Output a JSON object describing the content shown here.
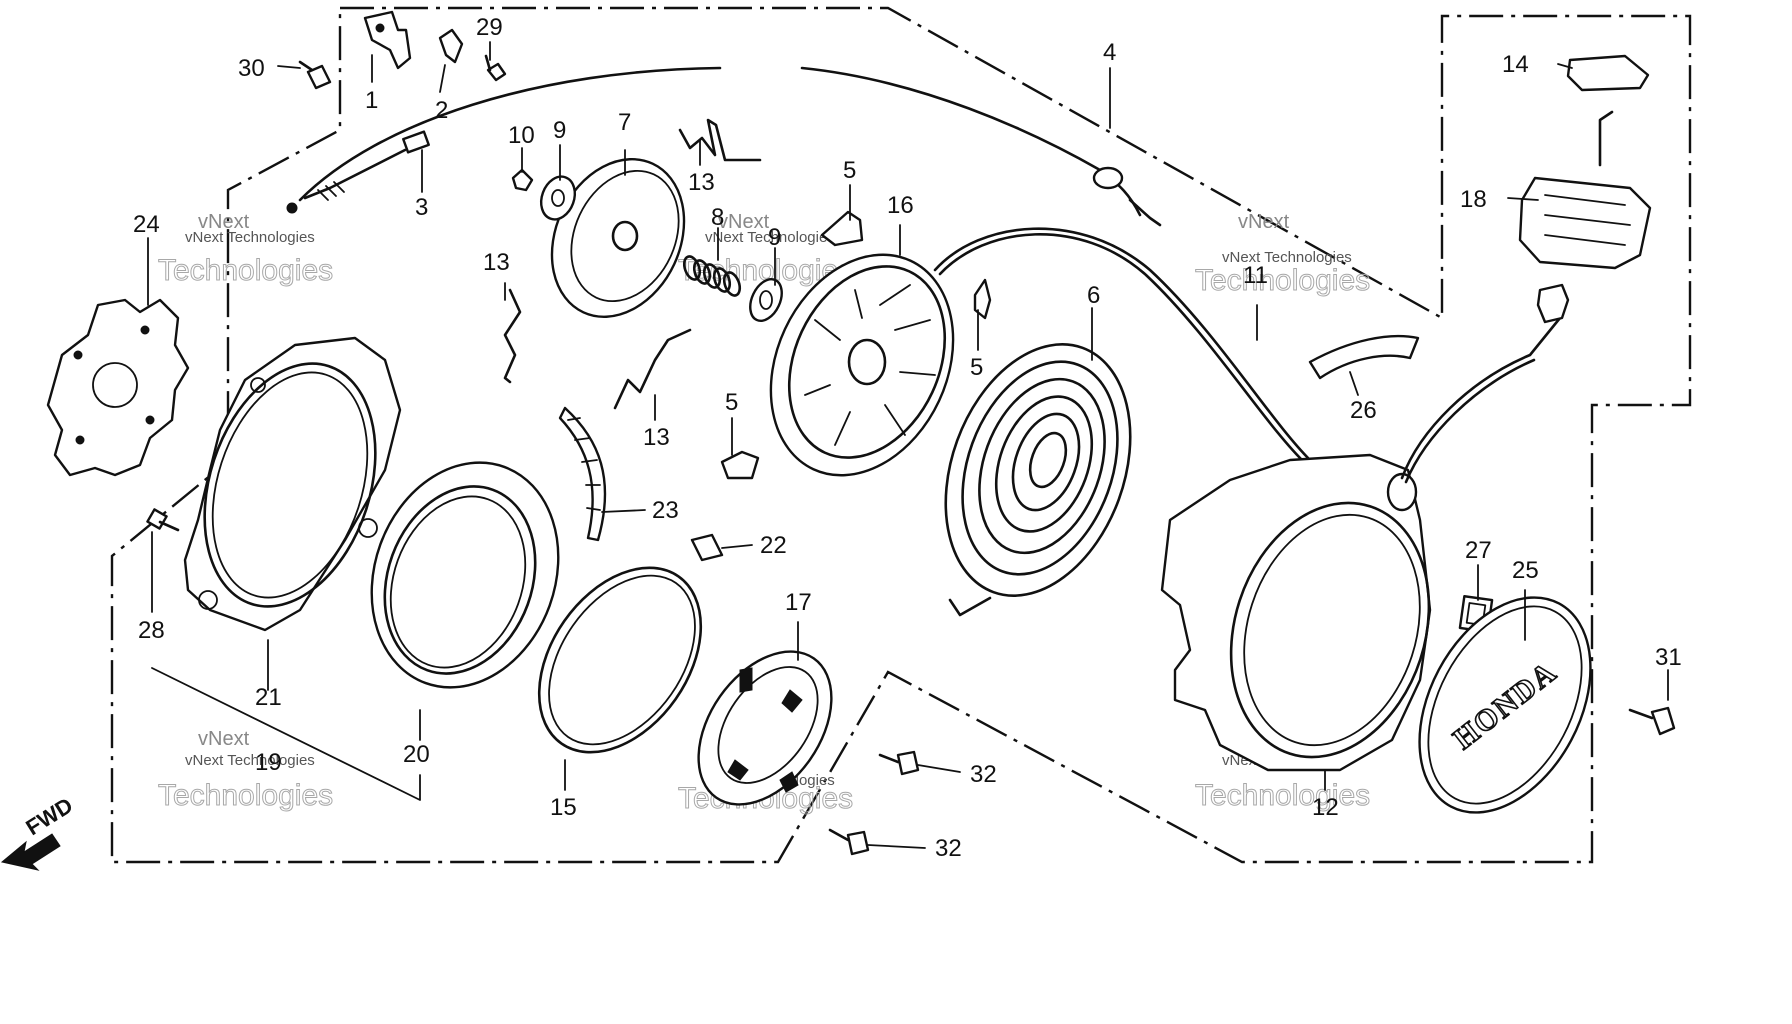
{
  "diagram": {
    "part_labels": [
      "1",
      "2",
      "3",
      "4",
      "5",
      "5",
      "5",
      "6",
      "7",
      "8",
      "9",
      "9",
      "10",
      "11",
      "12",
      "13",
      "13",
      "13",
      "14",
      "15",
      "16",
      "17",
      "18",
      "19",
      "20",
      "21",
      "22",
      "23",
      "24",
      "25",
      "26",
      "27",
      "28",
      "29",
      "30",
      "31",
      "32",
      "32"
    ],
    "fwd_label": "FWD",
    "logo_text": "HONDA",
    "watermark_line1": "vNext",
    "watermark_line2": "vNext Technologies",
    "watermark_line3": "Technologies"
  }
}
